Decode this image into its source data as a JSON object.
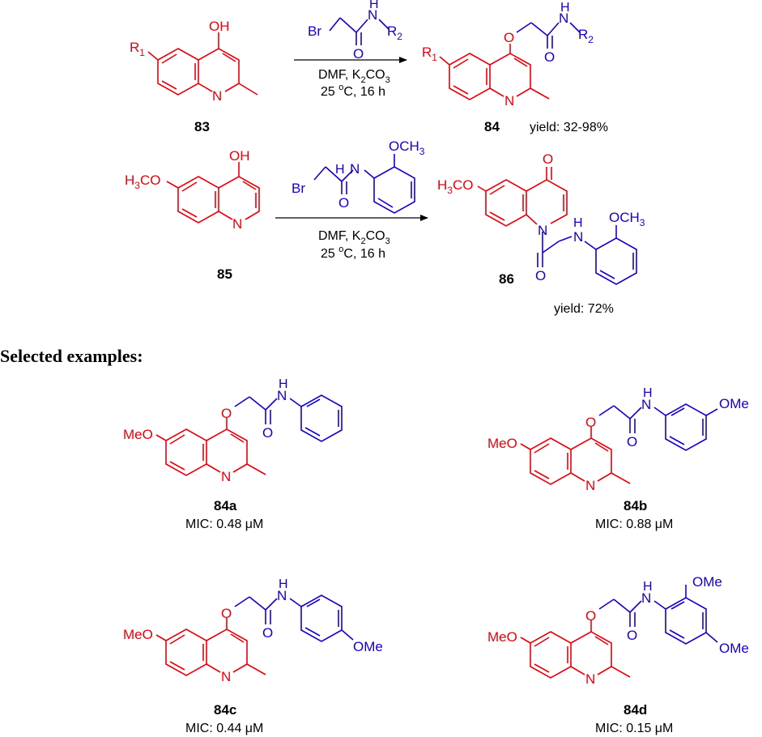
{
  "colors": {
    "red": "#E8000B",
    "blue": "#1400CC",
    "black": "#000000"
  },
  "atoms": {
    "oh": "OH",
    "o": "O",
    "n": "N",
    "h": "H",
    "br": "Br",
    "r": "R",
    "r1_sub": "1",
    "r2_sub": "2",
    "h3co": "H",
    "h3co_sub": "3",
    "h3co_tail": "CO",
    "och3": "OCH",
    "och3_sub": "3",
    "meo": "MeO",
    "ome": "OMe"
  },
  "reaction1": {
    "start_label": "83",
    "product_label": "84",
    "conditions_line1_a": "DMF, K",
    "conditions_line1_sub1": "2",
    "conditions_line1_b": "CO",
    "conditions_line1_sub2": "3",
    "conditions_line2_a": "25 ",
    "conditions_line2_sup": "o",
    "conditions_line2_b": "C, 16 h",
    "yield": "yield: 32-98%"
  },
  "reaction2": {
    "start_label": "85",
    "product_label": "86",
    "conditions_line1_a": "DMF, K",
    "conditions_line1_sub1": "2",
    "conditions_line1_b": "CO",
    "conditions_line1_sub2": "3",
    "conditions_line2_a": "25 ",
    "conditions_line2_sup": "o",
    "conditions_line2_b": "C, 16 h",
    "yield": "yield: 72%"
  },
  "section_title": "Selected examples:",
  "examples": [
    {
      "label": "84a",
      "mic": "MIC: 0.48 μM"
    },
    {
      "label": "84b",
      "mic": "MIC: 0.88 μM"
    },
    {
      "label": "84c",
      "mic": "MIC: 0.44 μM"
    },
    {
      "label": "84d",
      "mic": "MIC: 0.15 μM"
    }
  ]
}
